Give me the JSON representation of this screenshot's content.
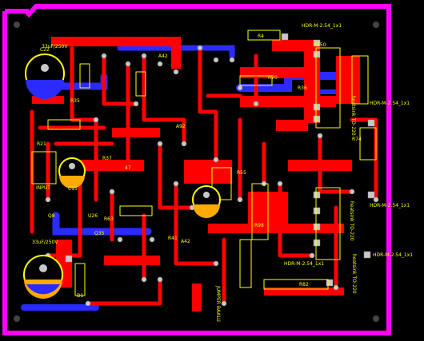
{
  "board": {
    "name": "pcb-layout",
    "colors": {
      "background": "#000000",
      "outline": "#ff00ff",
      "top_copper": "#ff0000",
      "bottom_copper": "#2020ff",
      "silkscreen": "#ffff00",
      "pad": "#c8c8c8"
    }
  },
  "labels": {
    "hdr_top": "HDR-M-2.54_1x1",
    "hdr_right1": "HDR-M-2.54_1x1",
    "hdr_right2": "HDR-M-2.54_1x1",
    "hdr_bottom": "HDR-M-2.54_1x1",
    "r4": "R4",
    "r36": "R36",
    "r70": "R70",
    "k250": "K250",
    "c22": "C22",
    "cap_top": "33uF/250V",
    "cap_bottom": "33uF/250V",
    "heatsink1": "heatsink TO-220",
    "heatsink2": "heatsink TO-220",
    "heatsink3": "heatsink TO-220",
    "r82": "R82",
    "jumper": "JUMPER BAALU",
    "input": "INPUT",
    "u26": "U26",
    "r63": "R63",
    "c15": "C15",
    "q35": "Q35",
    "r37": "R37",
    "r55": "R55",
    "d1": "D1",
    "q8": "Q8",
    "a42": "A42",
    "a92": "A92",
    "r47": "47",
    "r41": "R41",
    "r98": "R98",
    "r74": "R74",
    "r35": "R35",
    "r21": "R21"
  }
}
